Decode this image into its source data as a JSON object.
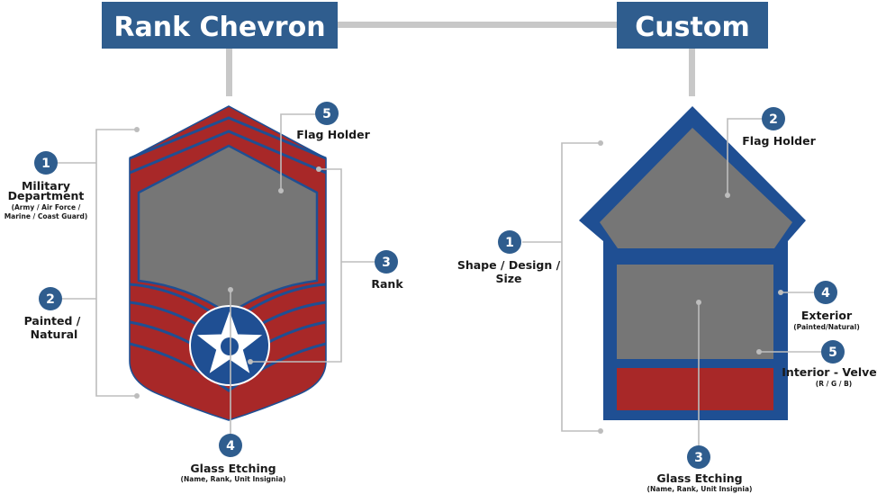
{
  "titles": {
    "left": "Rank Chevron",
    "right": "Custom"
  },
  "colors": {
    "title_box": "#2f5d8e",
    "badge": "#2f5d8e",
    "navy": "#1f4f93",
    "red": "#a82828",
    "gray": "#767676",
    "connector": "#c8c8c8"
  },
  "left": {
    "labels": [
      {
        "num": "1",
        "lines": [
          "Military",
          "Department"
        ],
        "sub": [
          "(Army / Air Force /",
          "Marine / Coast Guard)"
        ]
      },
      {
        "num": "2",
        "lines": [
          "Painted /",
          "Natural"
        ],
        "sub": []
      },
      {
        "num": "3",
        "lines": [
          "Rank"
        ],
        "sub": []
      },
      {
        "num": "4",
        "lines": [
          "Glass Etching"
        ],
        "sub": [
          "(Name, Rank, Unit Insignia)"
        ]
      },
      {
        "num": "5",
        "lines": [
          "Flag Holder"
        ],
        "sub": []
      }
    ]
  },
  "right": {
    "labels": [
      {
        "num": "1",
        "lines": [
          "Shape / Design /",
          "Size"
        ],
        "sub": []
      },
      {
        "num": "2",
        "lines": [
          "Flag Holder"
        ],
        "sub": []
      },
      {
        "num": "3",
        "lines": [
          "Glass Etching"
        ],
        "sub": [
          "(Name, Rank, Unit Insignia)"
        ]
      },
      {
        "num": "4",
        "lines": [
          "Exterior"
        ],
        "sub": [
          "(Painted/Natural)"
        ]
      },
      {
        "num": "5",
        "lines": [
          "Interior - Velvet"
        ],
        "sub": [
          "(R / G / B)"
        ]
      }
    ]
  }
}
